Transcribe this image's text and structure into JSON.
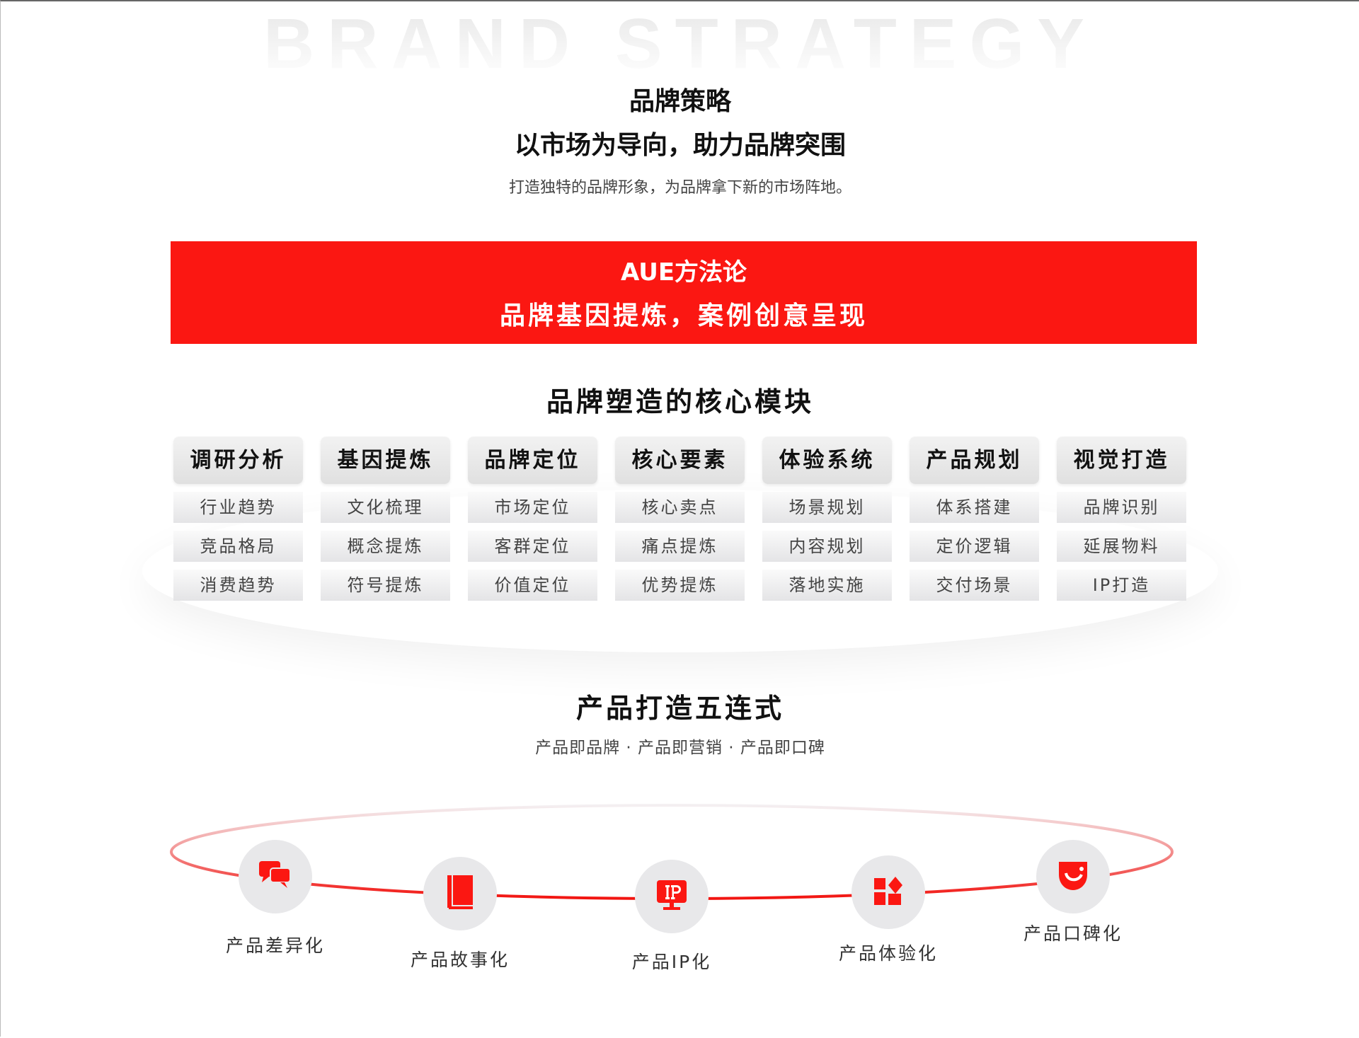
{
  "header": {
    "watermark": "BRAND STRATEGY",
    "title": "品牌策略",
    "subtitle": "以市场为导向，助力品牌突围",
    "description": "打造独特的品牌形象，为品牌拿下新的市场阵地。"
  },
  "banner": {
    "line1": "AUE方法论",
    "line2": "品牌基因提炼，案例创意呈现",
    "color": "#fb1712"
  },
  "modules": {
    "title": "品牌塑造的核心模块",
    "columns": [
      {
        "label": "调研分析",
        "items": [
          "行业趋势",
          "竞品格局",
          "消费趋势"
        ]
      },
      {
        "label": "基因提炼",
        "items": [
          "文化梳理",
          "概念提炼",
          "符号提炼"
        ]
      },
      {
        "label": "品牌定位",
        "items": [
          "市场定位",
          "客群定位",
          "价值定位"
        ]
      },
      {
        "label": "核心要素",
        "items": [
          "核心卖点",
          "痛点提炼",
          "优势提炼"
        ]
      },
      {
        "label": "体验系统",
        "items": [
          "场景规划",
          "内容规划",
          "落地实施"
        ]
      },
      {
        "label": "产品规划",
        "items": [
          "体系搭建",
          "定价逻辑",
          "交付场景"
        ]
      },
      {
        "label": "视觉打造",
        "items": [
          "品牌识别",
          "延展物料",
          "IP打造"
        ]
      }
    ]
  },
  "five": {
    "title": "产品打造五连式",
    "subtitle": "产品即品牌 · 产品即营销 · 产品即口碑",
    "steps": [
      {
        "label": "产品差异化",
        "icon": "chat-bubbles-icon"
      },
      {
        "label": "产品故事化",
        "icon": "book-icon"
      },
      {
        "label": "产品IP化",
        "icon": "ip-monitor-icon"
      },
      {
        "label": "产品体验化",
        "icon": "blocks-icon"
      },
      {
        "label": "产品口碑化",
        "icon": "smile-shield-icon"
      }
    ]
  }
}
